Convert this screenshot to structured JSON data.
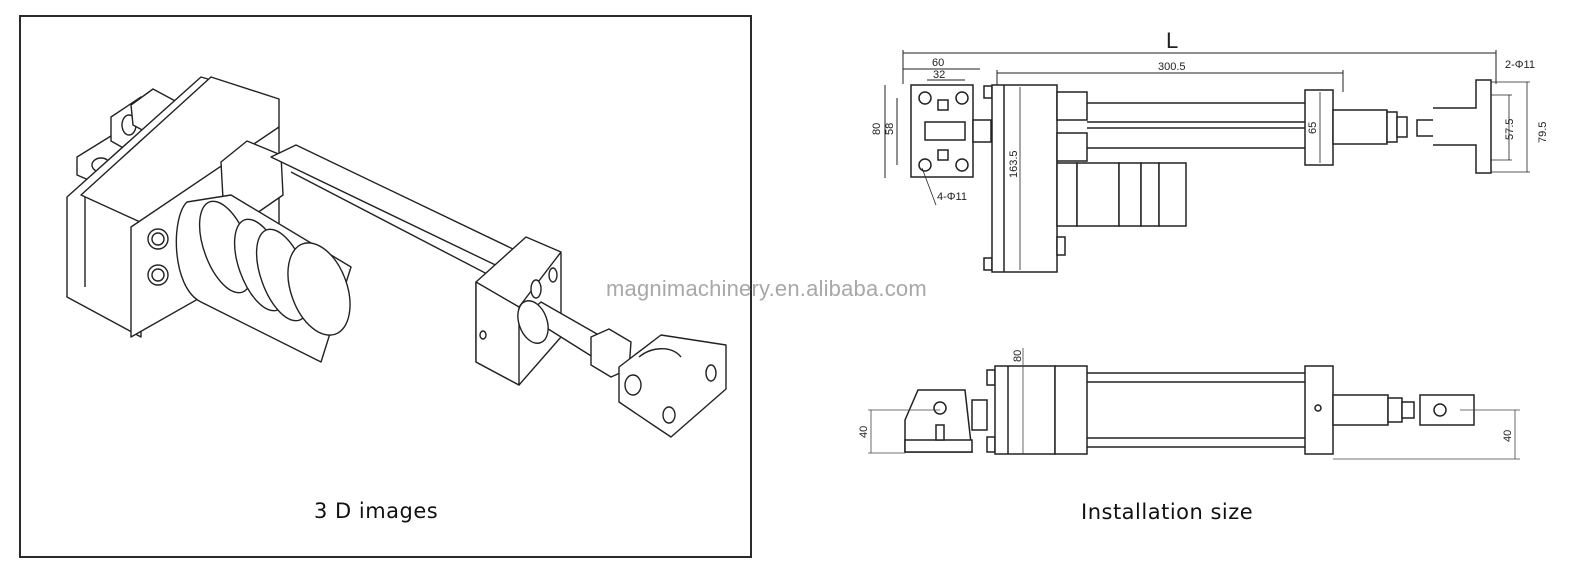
{
  "panels": {
    "three_d": {
      "caption": "3 D images"
    },
    "installation": {
      "caption": "Installation size"
    }
  },
  "watermark": "magnimachinery.en.alibaba.com",
  "dimensions": {
    "overall_length": "L",
    "body_length": "300.5",
    "rear_mount_width": "60",
    "rear_mount_hole_spacing": "32",
    "rear_mount_height": "80",
    "rear_mount_hole_vertical": "58",
    "rear_mount_holes": "4-Φ11",
    "housing_height": "163.5",
    "front_flange_height": "65",
    "clevis_holes": "2-Φ11",
    "clevis_hole_spacing": "57.5",
    "clevis_height": "79.5",
    "side_body_height": "80",
    "rear_pivot_height": "40",
    "front_pivot_height": "40"
  },
  "colors": {
    "line": "#222222",
    "border": "#2a2a2a",
    "watermark": "#a8a8a8"
  }
}
